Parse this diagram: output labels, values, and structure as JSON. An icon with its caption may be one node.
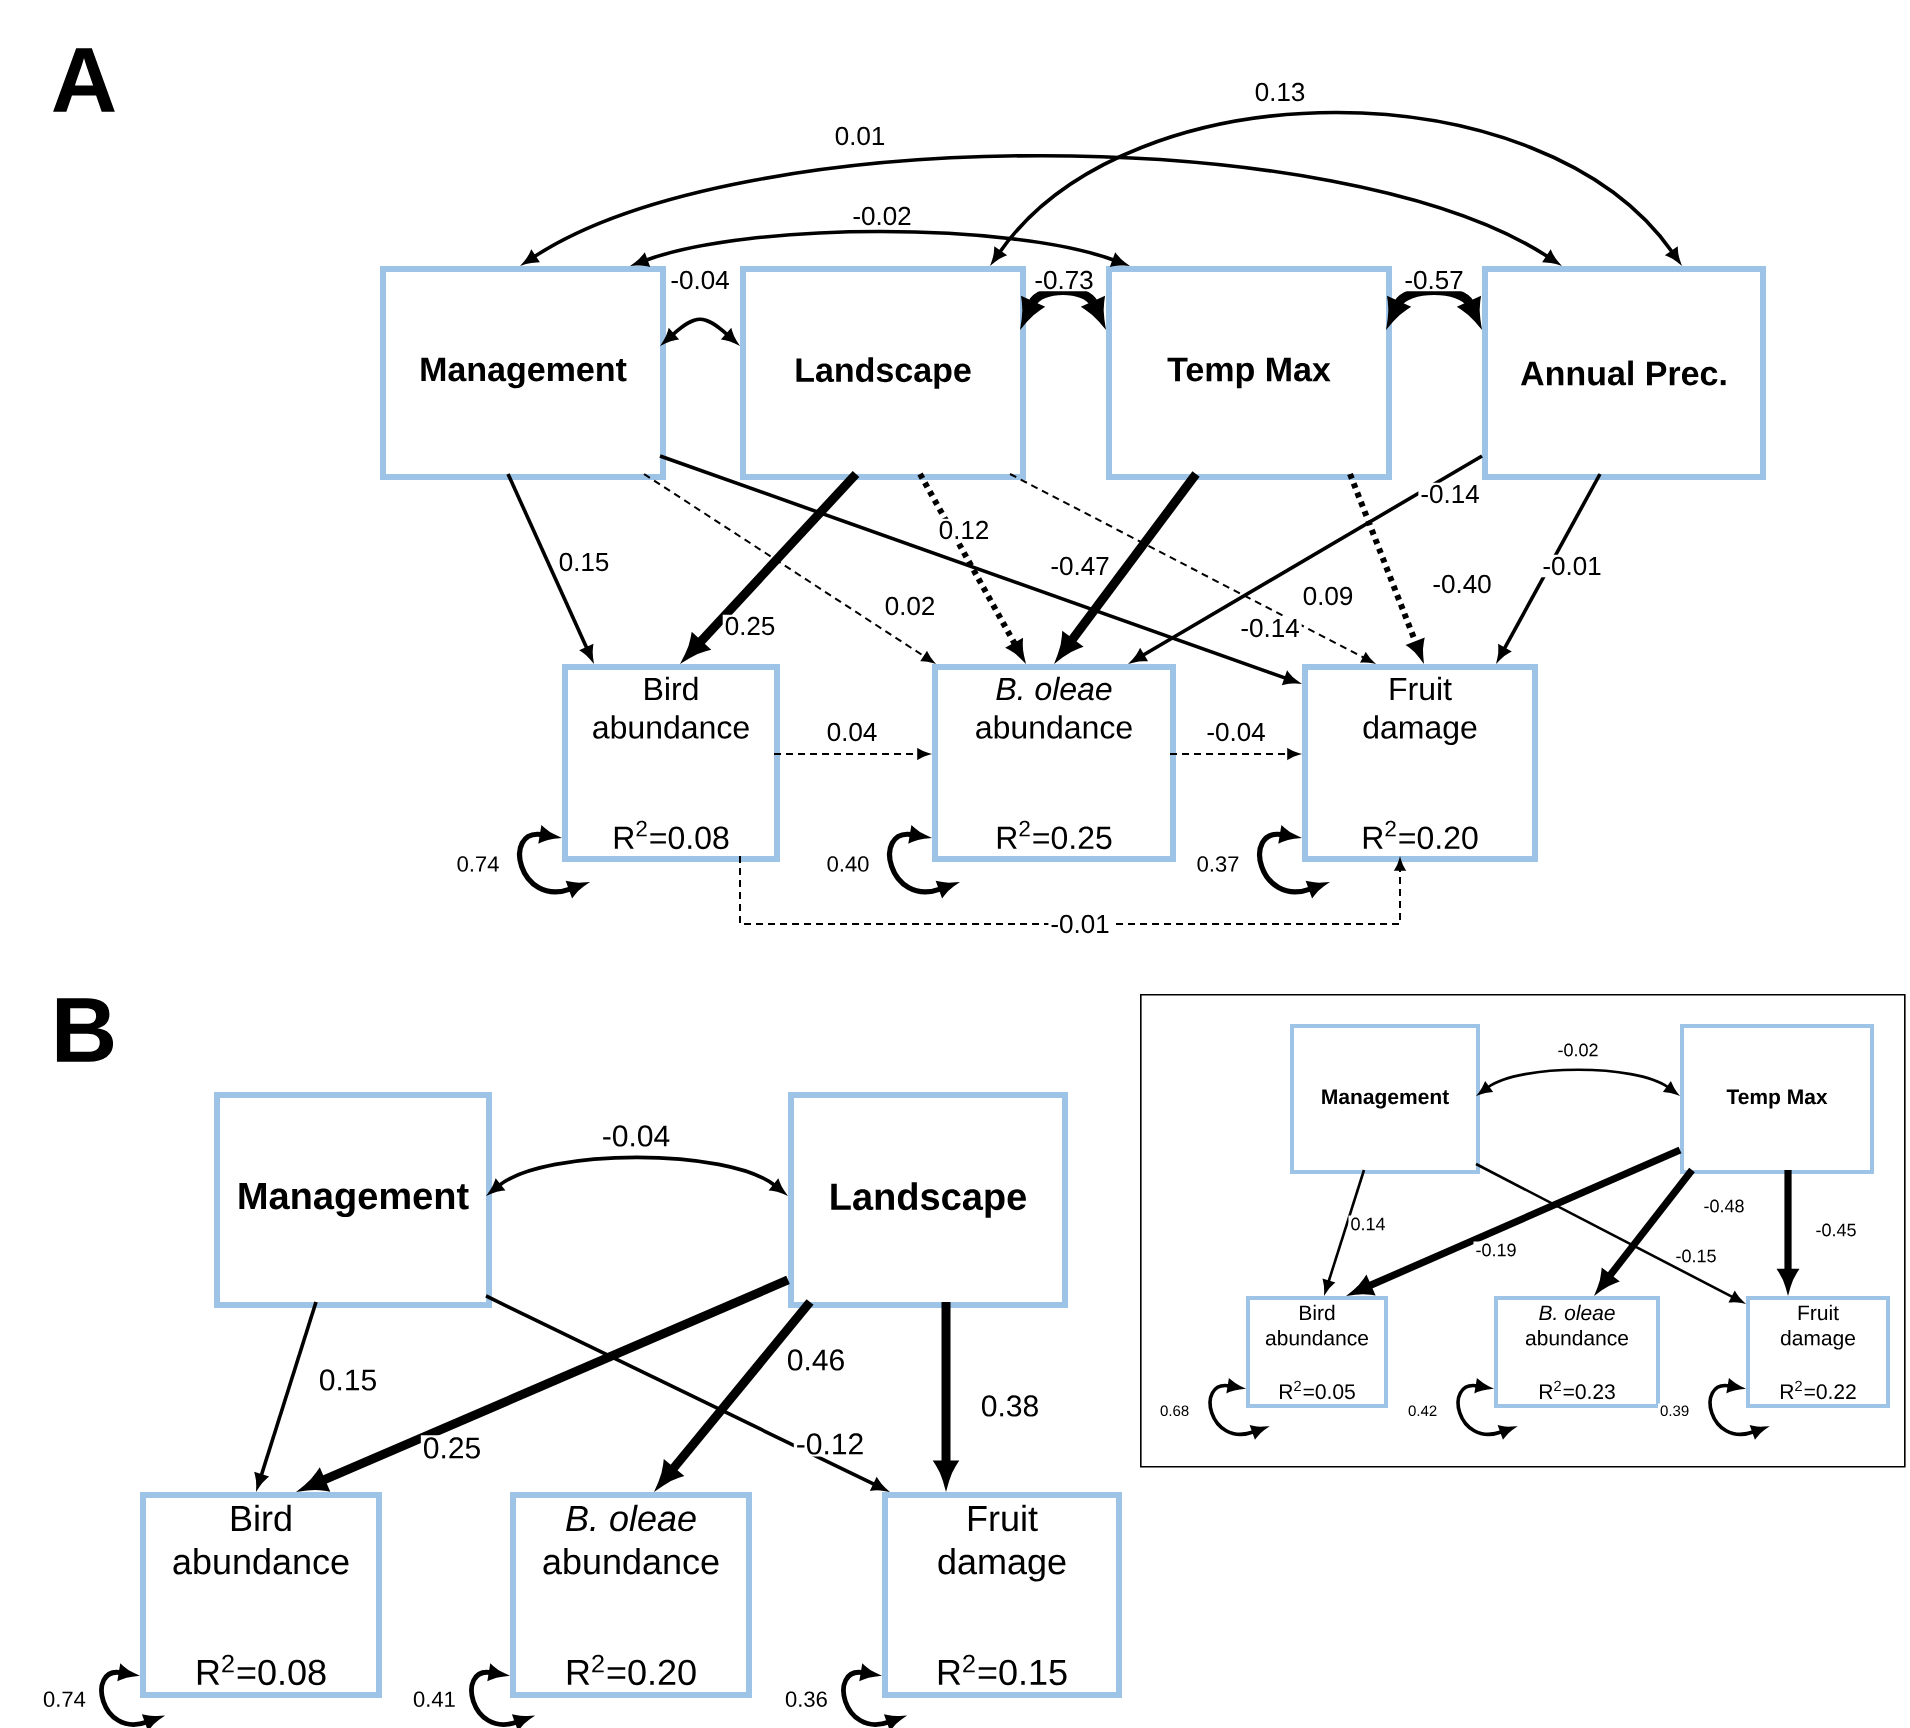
{
  "diagram": {
    "nodes": [
      {
        "text": [
          "Management"
        ]
      },
      {
        "text": [
          "Landscape"
        ]
      },
      {
        "text": [
          "Temp Max"
        ]
      },
      {
        "text": [
          "Annual Prec."
        ]
      },
      {
        "text": [
          "Bird abundance",
          "R$^{2}$=0.08"
        ]
      },
      {
        "text": [
          "*B. oleae* abundance",
          "R$^{2}$=0.25"
        ]
      },
      {
        "text": [
          "Fruit damage",
          "R$^{2}$=0.20"
        ]
      },
      {
        "text": [
          "Management"
        ]
      },
      {
        "text": [
          "Landscape"
        ]
      },
      {
        "text": [
          "Bird abundance",
          "R$^{2}$=0.08"
        ]
      },
      {
        "text": [
          "*B. oleae* abundance",
          "R$^{2}$=0.20"
        ]
      },
      {
        "text": [
          "Fruit damage",
          "R$^{2}$=0.15"
        ]
      },
      {
        "text": [],
        "shape": "box"
      },
      {
        "text": [
          "Management"
        ],
        "in": 12
      },
      {
        "text": [
          "Temp Max"
        ],
        "in": 12
      },
      {
        "text": [
          "Bird abundance",
          "R$^{2}$=0.05"
        ],
        "in": 12
      },
      {
        "text": [
          "*B. oleae* abundance",
          "R$^{2}$=0.23"
        ],
        "in": 12
      },
      {
        "text": [
          "Fruit damage",
          "R$^{2}$=0.22"
        ],
        "in": 12
      }
    ],
    "edges": [
      {
        "from": 0,
        "to": 1,
        "arrow": "both",
        "label": "-0.04"
      },
      {
        "from": 1,
        "to": 2,
        "arrow": "both",
        "label": "-0.73",
        "style": "thick"
      },
      {
        "from": 2,
        "to": 3,
        "arrow": "both",
        "label": "-0.57",
        "style": "thick"
      },
      {
        "from": 0,
        "to": 2,
        "arrow": "both",
        "label": "-0.02"
      },
      {
        "from": 0,
        "to": 3,
        "arrow": "both",
        "label": "0.01"
      },
      {
        "from": 1,
        "to": 3,
        "arrow": "both",
        "label": "0.13"
      },
      {
        "from": 0,
        "to": 4,
        "arrow": "to",
        "label": "0.15"
      },
      {
        "from": 1,
        "to": 4,
        "arrow": "to",
        "label": "0.25",
        "style": "thick"
      },
      {
        "from": 0,
        "to": 5,
        "arrow": "to",
        "label": "0.02",
        "style": "dashed"
      },
      {
        "from": 1,
        "to": 5,
        "arrow": "to",
        "label": "0.12",
        "style": "dashed"
      },
      {
        "from": 2,
        "to": 5,
        "arrow": "to",
        "label": "-0.47",
        "style": "thick"
      },
      {
        "from": 3,
        "to": 5,
        "arrow": "to",
        "label": "-0.14"
      },
      {
        "from": 0,
        "to": 6,
        "arrow": "to",
        "label": "-0.14"
      },
      {
        "from": 1,
        "to": 6,
        "arrow": "to",
        "label": "0.09",
        "style": "dashed"
      },
      {
        "from": 2,
        "to": 6,
        "arrow": "to",
        "label": "-0.40",
        "style": "dashed"
      },
      {
        "from": 3,
        "to": 6,
        "arrow": "to",
        "label": "-0.01"
      },
      {
        "from": 4,
        "to": 5,
        "arrow": "to",
        "label": "0.04",
        "style": "dashed"
      },
      {
        "from": 5,
        "to": 6,
        "arrow": "to",
        "label": "-0.04",
        "style": "dashed"
      },
      {
        "from": 4,
        "to": 6,
        "arrow": "to",
        "label": "-0.01",
        "style": "dashed"
      },
      {
        "from": null,
        "to": 4,
        "arrow": "both",
        "label": "0.74"
      },
      {
        "from": null,
        "to": 5,
        "arrow": "both",
        "label": "0.40"
      },
      {
        "from": null,
        "to": 6,
        "arrow": "both",
        "label": "0.37"
      },
      {
        "from": 7,
        "to": 8,
        "arrow": "both",
        "label": "-0.04"
      },
      {
        "from": 7,
        "to": 9,
        "arrow": "to",
        "label": "0.15"
      },
      {
        "from": 8,
        "to": 9,
        "arrow": "to",
        "label": "0.25",
        "style": "thick"
      },
      {
        "from": 8,
        "to": 10,
        "arrow": "to",
        "label": "0.46",
        "style": "thick"
      },
      {
        "from": 7,
        "to": 11,
        "arrow": "to",
        "label": "-0.12"
      },
      {
        "from": 8,
        "to": 11,
        "arrow": "to",
        "label": "0.38",
        "style": "thick"
      },
      {
        "from": null,
        "to": 9,
        "arrow": "both",
        "label": "0.74"
      },
      {
        "from": null,
        "to": 10,
        "arrow": "both",
        "label": "0.41"
      },
      {
        "from": null,
        "to": 11,
        "arrow": "both",
        "label": "0.36"
      },
      {
        "from": 13,
        "to": 14,
        "arrow": "both",
        "label": "-0.02"
      },
      {
        "from": 13,
        "to": 15,
        "arrow": "to",
        "label": "0.14"
      },
      {
        "from": 14,
        "to": 15,
        "arrow": "to",
        "label": "-0.19",
        "style": "thick"
      },
      {
        "from": 14,
        "to": 16,
        "arrow": "to",
        "label": "-0.48",
        "style": "thick"
      },
      {
        "from": 13,
        "to": 17,
        "arrow": "to",
        "label": "-0.15"
      },
      {
        "from": 14,
        "to": 17,
        "arrow": "to",
        "label": "-0.45",
        "style": "thick"
      },
      {
        "from": null,
        "to": 15,
        "arrow": "both",
        "label": "0.68"
      },
      {
        "from": null,
        "to": 16,
        "arrow": "both",
        "label": "0.42"
      },
      {
        "from": null,
        "to": 17,
        "arrow": "both",
        "label": "0.39"
      }
    ],
    "labels": [
      "A",
      "B"
    ]
  }
}
